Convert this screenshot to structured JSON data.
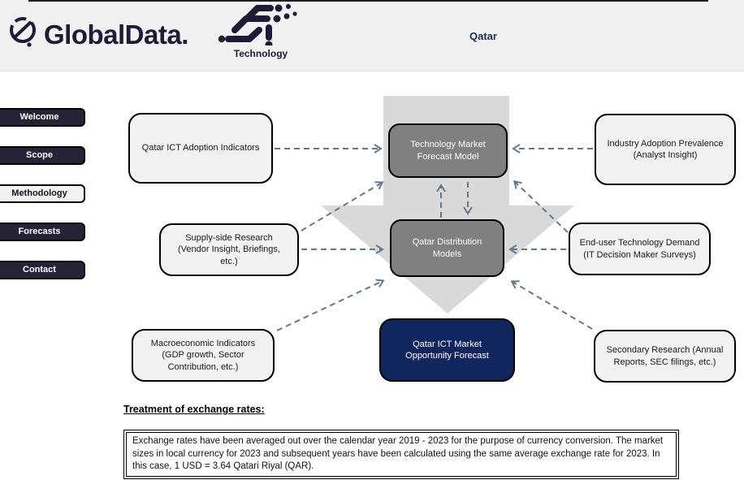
{
  "header": {
    "brand": "GlobalData.",
    "division": "Technology",
    "page_title": "Qatar"
  },
  "sidebar": {
    "items": [
      {
        "label": "Welcome",
        "active": false
      },
      {
        "label": "Scope",
        "active": false
      },
      {
        "label": "Methodology",
        "active": true
      },
      {
        "label": "Forecasts",
        "active": false
      },
      {
        "label": "Contact",
        "active": false
      }
    ]
  },
  "diagram": {
    "boxes": {
      "adoption": "Qatar ICT Adoption Indicators",
      "forecast_model": "Technology Market Forecast Model",
      "industry": "Industry Adoption Prevalence (Analyst Insight)",
      "supply": "Supply-side Research (Vendor Insight, Briefings, etc.)",
      "distribution": "Qatar Distribution Models",
      "enduser": "End-user Technology Demand (IT Decision Maker Surveys)",
      "macro": "Macroeconomic Indicators (GDP growth, Sector Contribution, etc.)",
      "opportunity": "Qatar ICT Market Opportunity Forecast",
      "secondary": "Secondary Research (Annual Reports, SEC filings, etc.)"
    },
    "colors": {
      "model_box_fill": "#808080",
      "input_box_fill": "#f2f2f2",
      "output_box_fill": "#12265e",
      "big_arrow_fill": "#d9d9d9",
      "dashed_arrow_stroke": "#64788c",
      "nav_button_fill": "#262336",
      "brand_navy": "#1d1b36"
    }
  },
  "footer": {
    "heading": "Treatment of exchange rates:",
    "note": "Exchange rates have been averaged out over the calendar year 2019 - 2023 for the purpose of currency conversion. The market sizes in local currency for 2023 and subsequent years have been calculated using the same average exchange rate for 2023. In this case, 1 USD = 3.64 Qatari Riyal (QAR)."
  }
}
